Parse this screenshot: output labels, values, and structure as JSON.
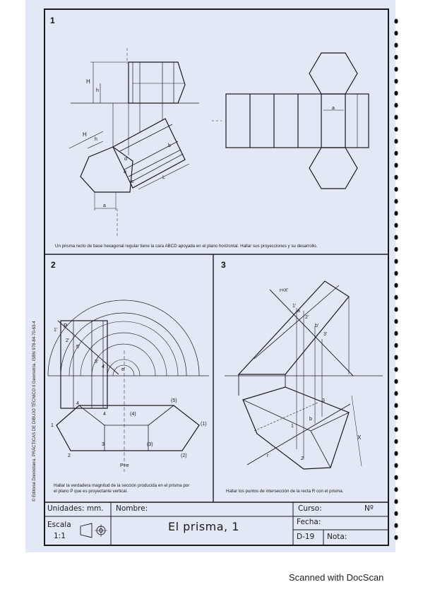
{
  "panels": {
    "p1": {
      "number": "1",
      "caption": "Un prisma recto de base hexagonal regular tiene la cara ABCD apoyada en el plano horizontal. Hallar sus proyecciones y su desarrollo."
    },
    "p2": {
      "number": "2",
      "caption_line1": "Hallar la verdadera magnitud de la sección producida en el prisma por",
      "caption_line2": "el plano P que es proyectante vertical."
    },
    "p3": {
      "number": "3",
      "caption": "Hallar los puntos de intersección de la recta R con el prisma."
    }
  },
  "labels": {
    "p1": {
      "H": "H",
      "h": "h",
      "a": "a",
      "b": "b",
      "c": "c",
      "d": "d",
      "L": "L"
    },
    "p2": {
      "P": "P",
      "1p": "1'",
      "2p": "2'",
      "3p": "3'",
      "4p": "4'",
      "5p": "5'",
      "ep": "e'",
      "n1": "1",
      "n2": "2",
      "n3": "3",
      "n4": "4",
      "p4": "(4)",
      "p5": "(5)",
      "p1": "(1)",
      "p3": "(3)",
      "p2": "(2)",
      "pe": "P=e"
    },
    "p3": {
      "rx": "r=X'",
      "one_p": "1'",
      "a": "a",
      "two_p": "2'",
      "b_p": "b'",
      "three_p": "3'",
      "one": "1",
      "b": "b",
      "two": "2",
      "three": "3",
      "r": "r",
      "X": "X"
    }
  },
  "side_text": "© Editorial Donostiarra. PRÁCTICAS DE DIBUJO TÉCNICO II Geometría.  ISBN 978-84-70-63-4",
  "title_block": {
    "unidades": "Unidades: mm.",
    "nombre": "Nombre:",
    "curso": "Curso:",
    "numero": "Nº",
    "escala_label": "Escala",
    "escala_value": "1:1",
    "title": "El prisma, 1",
    "fecha": "Fecha:",
    "code": "D-19",
    "nota": "Nota:"
  },
  "footer": "Scanned with DocScan"
}
